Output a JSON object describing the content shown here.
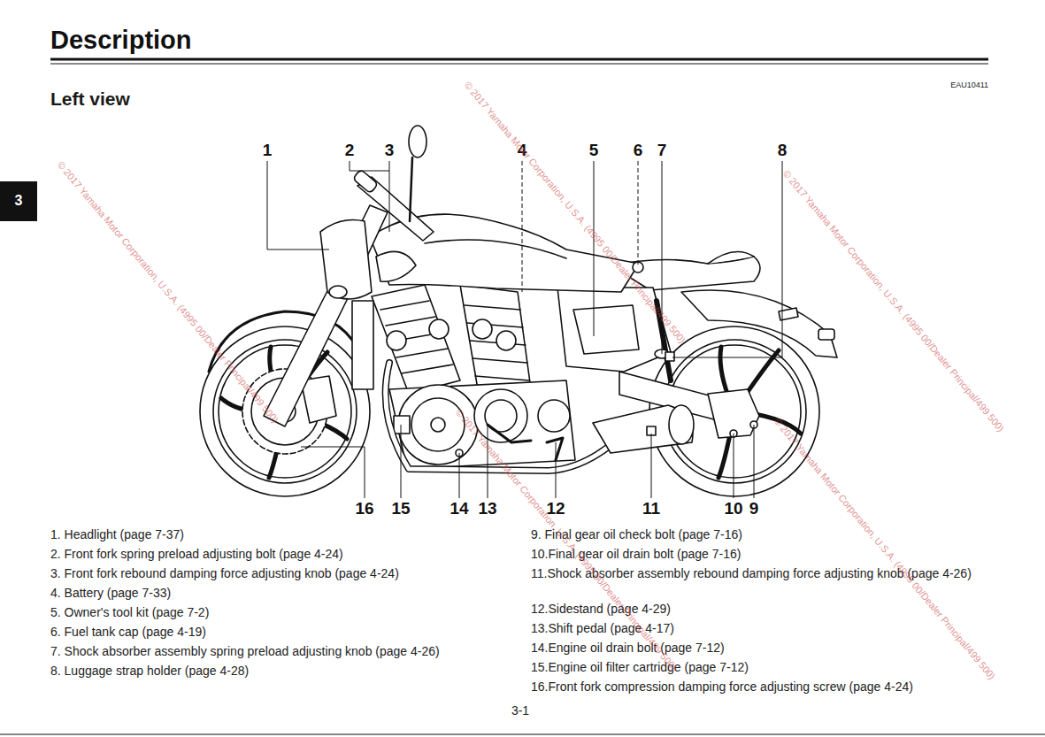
{
  "diagram": {
    "title": "Description",
    "labels": [
      "Left view",
      "EAU10411",
      "3",
      "1",
      "2",
      "3",
      "4",
      "5",
      "6",
      "7",
      "8",
      "16",
      "15",
      "14",
      "13",
      "12",
      "11",
      "10",
      "9",
      "1. Headlight (page 7-37)",
      "2. Front fork spring preload adjusting bolt (page 4-24)",
      "3. Front fork rebound damping force adjusting knob (page 4-24)",
      "4. Battery (page 7-33)",
      "5. Owner's tool kit (page 7-2)",
      "6. Fuel tank cap (page 4-19)",
      "7. Shock absorber assembly spring preload adjusting knob (page 4-26)",
      "8. Luggage strap holder (page 4-28)",
      "9. Final gear oil check bolt (page 7-16)",
      "10.Final gear oil drain bolt (page 7-16)",
      "11.Shock absorber assembly rebound damping force adjusting knob (page 4-26)",
      "12.Sidestand (page 4-29)",
      "13.Shift pedal (page 4-17)",
      "14.Engine oil drain bolt (page 7-12)",
      "15.Engine oil filter cartridge (page 7-12)",
      "16.Front fork compression damping force adjusting screw (page 4-24)",
      "3-1",
      "© 2017 Yamaha Motor Corporation, U.S.A. (4995 00/Dealer Principal/499 500)",
      "© 2017 Yamaha Motor Corporation, U.S.A. (4995 00/Dealer Principal/499 500)",
      "© 2017 Yamaha Motor Corporation, U.S.A. (4995 00/Dealer Principal/499 500)",
      "© 2017 Yamaha Motor Corporation, U.S.A. (4995 00/Dealer Principal/499 500)",
      "© 2017 Yamaha Motor Corporation, U.S.A. (4995 00/Dealer Principal/499 500)"
    ]
  }
}
